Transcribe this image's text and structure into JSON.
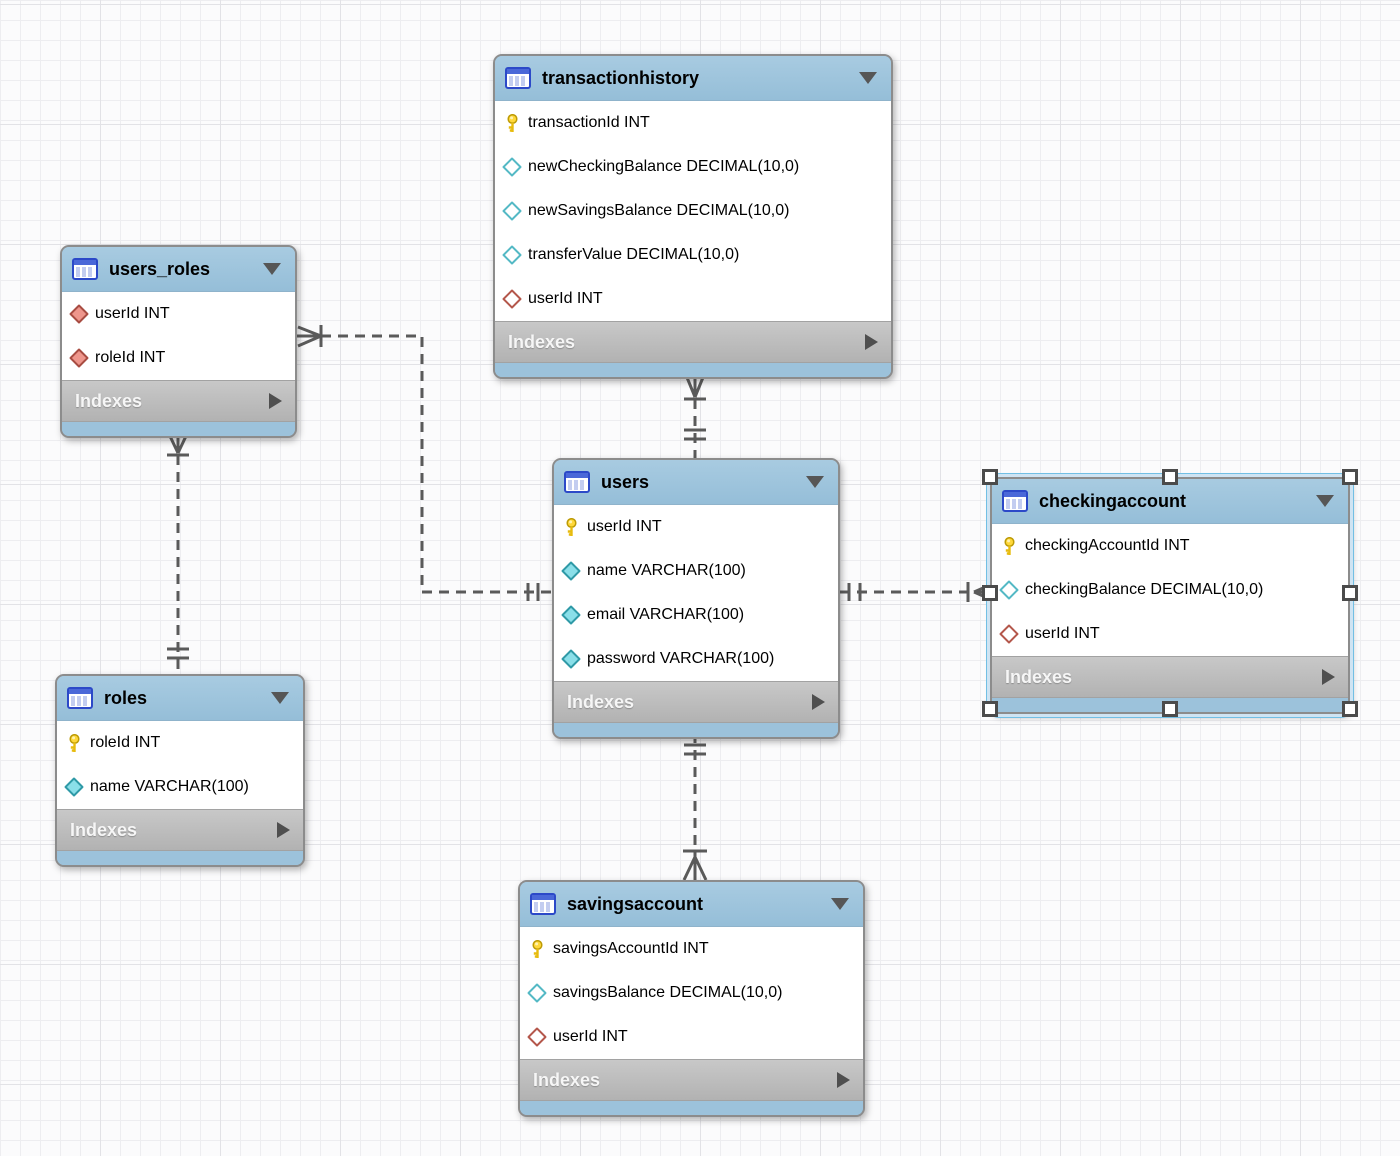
{
  "diagram": {
    "type": "eer-diagram",
    "indexes_label": "Indexes"
  },
  "tables": [
    {
      "title": "transactionhistory",
      "selected": false,
      "indexes_label": "Indexes",
      "columns": [
        {
          "icon": "primary-key-icon",
          "text": "transactionId INT"
        },
        {
          "icon": "nullable-column-diamond-icon",
          "text": "newCheckingBalance DECIMAL(10,0)"
        },
        {
          "icon": "nullable-column-diamond-icon",
          "text": "newSavingsBalance DECIMAL(10,0)"
        },
        {
          "icon": "nullable-column-diamond-icon",
          "text": "transferValue DECIMAL(10,0)"
        },
        {
          "icon": "foreign-key-diamond-icon",
          "text": "userId INT"
        }
      ]
    },
    {
      "title": "users_roles",
      "selected": false,
      "indexes_label": "Indexes",
      "columns": [
        {
          "icon": "foreign-key-notnull-diamond-icon",
          "text": "userId INT"
        },
        {
          "icon": "foreign-key-notnull-diamond-icon",
          "text": "roleId INT"
        }
      ]
    },
    {
      "title": "users",
      "selected": false,
      "indexes_label": "Indexes",
      "columns": [
        {
          "icon": "primary-key-icon",
          "text": "userId INT"
        },
        {
          "icon": "notnull-column-diamond-icon",
          "text": "name VARCHAR(100)"
        },
        {
          "icon": "notnull-column-diamond-icon",
          "text": "email VARCHAR(100)"
        },
        {
          "icon": "notnull-column-diamond-icon",
          "text": "password VARCHAR(100)"
        }
      ]
    },
    {
      "title": "checkingaccount",
      "selected": true,
      "indexes_label": "Indexes",
      "columns": [
        {
          "icon": "primary-key-icon",
          "text": "checkingAccountId INT"
        },
        {
          "icon": "nullable-column-diamond-icon",
          "text": "checkingBalance DECIMAL(10,0)"
        },
        {
          "icon": "foreign-key-diamond-icon",
          "text": "userId INT"
        }
      ]
    },
    {
      "title": "roles",
      "selected": false,
      "indexes_label": "Indexes",
      "columns": [
        {
          "icon": "primary-key-icon",
          "text": "roleId INT"
        },
        {
          "icon": "notnull-column-diamond-icon",
          "text": "name VARCHAR(100)"
        }
      ]
    },
    {
      "title": "savingsaccount",
      "selected": false,
      "indexes_label": "Indexes",
      "columns": [
        {
          "icon": "primary-key-icon",
          "text": "savingsAccountId INT"
        },
        {
          "icon": "nullable-column-diamond-icon",
          "text": "savingsBalance DECIMAL(10,0)"
        },
        {
          "icon": "foreign-key-diamond-icon",
          "text": "userId INT"
        }
      ]
    }
  ],
  "relationships": [
    {
      "from": "users_roles",
      "to": "users",
      "cardinality": "many-to-one",
      "line_style": "dashed"
    },
    {
      "from": "users_roles",
      "to": "roles",
      "cardinality": "many-to-one",
      "line_style": "dashed"
    },
    {
      "from": "transactionhistory",
      "to": "users",
      "cardinality": "many-to-one",
      "line_style": "dashed"
    },
    {
      "from": "checkingaccount",
      "to": "users",
      "cardinality": "many-to-one",
      "line_style": "dashed"
    },
    {
      "from": "savingsaccount",
      "to": "users",
      "cardinality": "many-to-one",
      "line_style": "dashed"
    }
  ],
  "colors": {
    "table_header_blue": "#9cc2db",
    "indexes_bar_gray": "#bcbcbc",
    "selection_cyan": "#72bfe4",
    "relationship_line": "#5a5a5a",
    "key_yellow": "#ffd83a",
    "diamond_teal": "#2f9aa7",
    "diamond_red": "#a84c42",
    "grid_line": "#ededf0"
  }
}
